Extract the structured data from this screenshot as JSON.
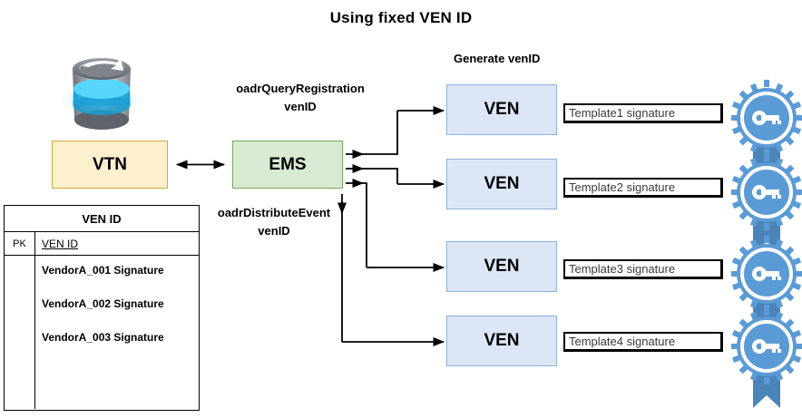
{
  "title": "Using fixed VEN ID",
  "nodes": {
    "vtn": "VTN",
    "ems": "EMS",
    "ven_boxes": [
      "VEN",
      "VEN",
      "VEN",
      "VEN"
    ]
  },
  "labels": {
    "query_registration_line1": "oadrQueryRegistration",
    "query_registration_line2": "venID",
    "distribute_event_line1": "oadrDistributeEvent",
    "distribute_event_line2": "venID",
    "generate_venid": "Generate venID"
  },
  "templates": [
    "Template1 signature",
    "Template2 signature",
    "Template3 signature",
    "Template4 signature"
  ],
  "ven_id_table": {
    "header": "VEN ID",
    "key_marker": "PK",
    "key_column": "VEN ID",
    "rows": [
      "VendorA_001 Signature",
      "VendorA_002 Signature",
      "VendorA_003 Signature"
    ]
  },
  "icons": {
    "database": "database-bucket-icon",
    "badges": [
      "key-certificate-badge-icon",
      "key-certificate-badge-icon",
      "key-certificate-badge-icon",
      "key-certificate-badge-icon"
    ]
  },
  "colors": {
    "vtn_fill": "#fdf0cf",
    "vtn_border": "#d6a93a",
    "ems_fill": "#d9ead3",
    "ems_border": "#7aa661",
    "ven_fill": "#dce6f7",
    "ven_border": "#8fb0da",
    "badge": "#5b9bd5",
    "badge_ribbon": "#4a84b8",
    "connector": "#000000",
    "database_band": "#29b6e8"
  }
}
